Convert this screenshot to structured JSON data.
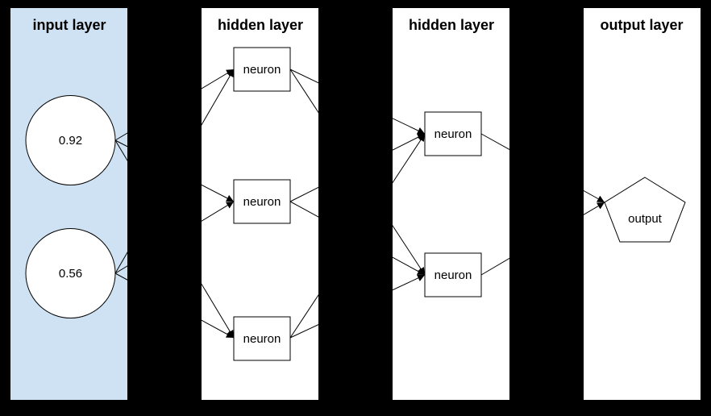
{
  "diagram": {
    "type": "neural-network",
    "colors": {
      "background": "#000000",
      "input_panel_fill": "#cfe2f3",
      "panel_fill": "#ffffff",
      "stroke": "#000000",
      "node_fill": "#ffffff"
    },
    "layers": [
      {
        "title": "input layer",
        "nodes": [
          {
            "id": "input-1",
            "shape": "circle",
            "label": "0.92"
          },
          {
            "id": "input-2",
            "shape": "circle",
            "label": "0.56"
          }
        ]
      },
      {
        "title": "hidden layer",
        "nodes": [
          {
            "id": "h1-1",
            "shape": "rect",
            "label": "neuron"
          },
          {
            "id": "h1-2",
            "shape": "rect",
            "label": "neuron"
          },
          {
            "id": "h1-3",
            "shape": "rect",
            "label": "neuron"
          }
        ]
      },
      {
        "title": "hidden layer",
        "nodes": [
          {
            "id": "h2-1",
            "shape": "rect",
            "label": "neuron"
          },
          {
            "id": "h2-2",
            "shape": "rect",
            "label": "neuron"
          }
        ]
      },
      {
        "title": "output layer",
        "nodes": [
          {
            "id": "out-1",
            "shape": "pentagon",
            "label": "output"
          }
        ]
      }
    ],
    "connections": [
      {
        "from": "input-1",
        "to": "h1-1"
      },
      {
        "from": "input-1",
        "to": "h1-2"
      },
      {
        "from": "input-1",
        "to": "h1-3"
      },
      {
        "from": "input-2",
        "to": "h1-1"
      },
      {
        "from": "input-2",
        "to": "h1-2"
      },
      {
        "from": "input-2",
        "to": "h1-3"
      },
      {
        "from": "h1-1",
        "to": "h2-1"
      },
      {
        "from": "h1-1",
        "to": "h2-2"
      },
      {
        "from": "h1-2",
        "to": "h2-1"
      },
      {
        "from": "h1-2",
        "to": "h2-2"
      },
      {
        "from": "h1-3",
        "to": "h2-1"
      },
      {
        "from": "h1-3",
        "to": "h2-2"
      },
      {
        "from": "h2-1",
        "to": "out-1"
      },
      {
        "from": "h2-2",
        "to": "out-1"
      }
    ]
  }
}
